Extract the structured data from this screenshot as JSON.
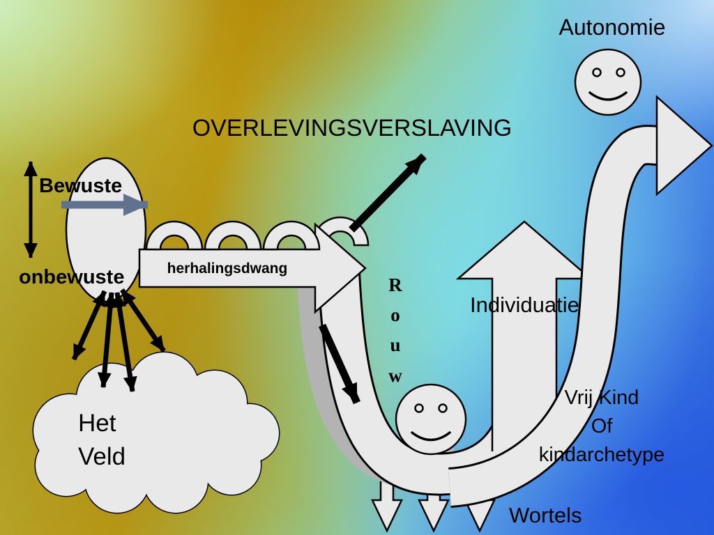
{
  "colors": {
    "shape_fill": "#e9e9e9",
    "shape_outline": "#000000",
    "dark_band": "#b3b3b3",
    "gray_arrow": "#5f7390",
    "text": "#000000",
    "bg_green": "#cef3c6",
    "bg_gold": "#bd9a12",
    "bg_cyan": "#7dd2e0",
    "bg_blue": "#2c63d8"
  },
  "labels": {
    "autonomie": "Autonomie",
    "overlevingsverslaving": "OVERLEVINGSVERSLAVING",
    "bewuste": "Bewuste",
    "onbewuste": "onbewuste",
    "herhalingsdwang": "herhalingsdwang",
    "rouw": "R\no\nu\nw",
    "individuatie": "Individuatie",
    "vrij_kind": "Vrij Kind\nOf\nkindarchetype",
    "wortels": "Wortels",
    "het_veld": "Het\nVeld"
  },
  "icons": {
    "valley_smiley": "smiley-face",
    "autonomie_smiley": "smiley-face",
    "loops": "repetition-coil-loops",
    "cloud": "cloud-shape"
  }
}
